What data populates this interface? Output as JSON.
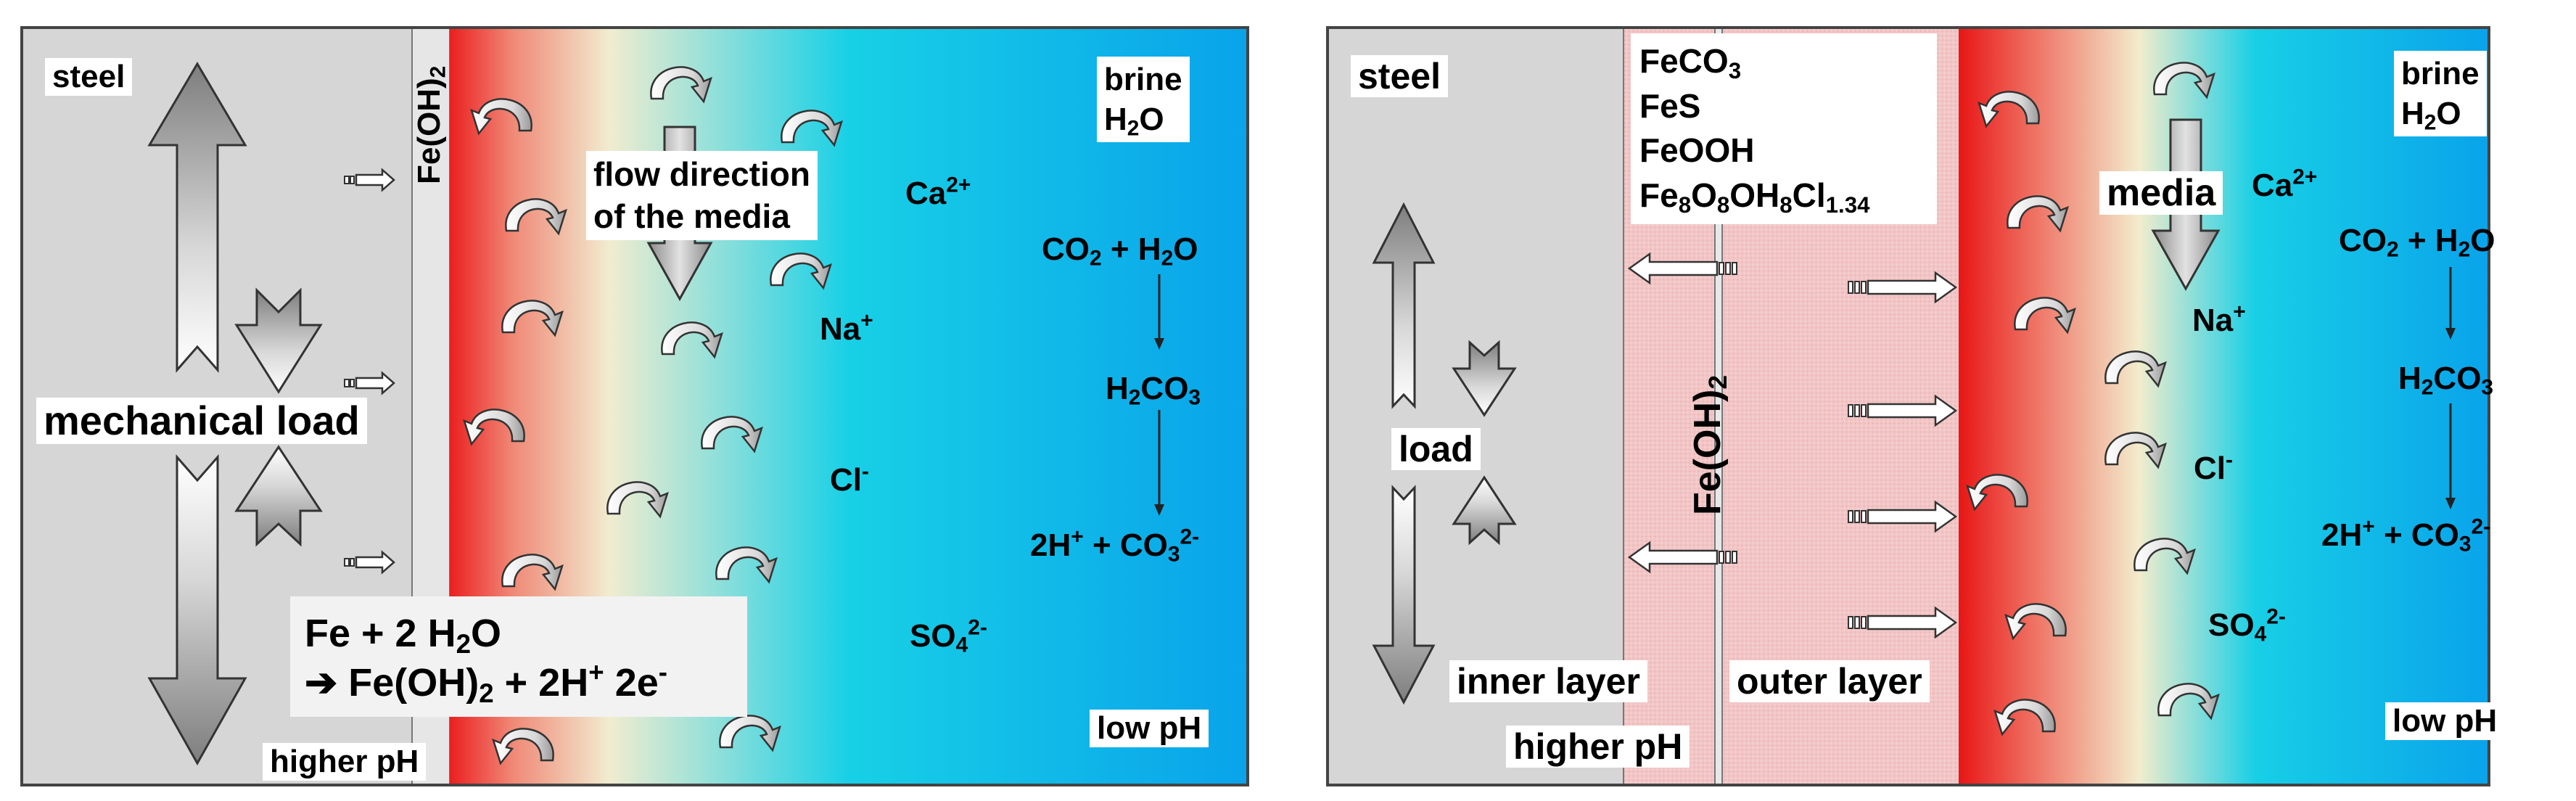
{
  "left_panel": {
    "steel_label": "steel",
    "film_label": "Fe(OH)",
    "film_sub": "2",
    "mechanical_load_label": "mechanical load",
    "flow_label_line1": "flow direction",
    "flow_label_line2": "of the media",
    "brine_label": "brine",
    "water_label": "H",
    "water_sub": "2",
    "water_tail": "O",
    "ions": {
      "ca": "Ca",
      "ca_sup": "2+",
      "na": "Na",
      "na_sup": "+",
      "cl": "Cl",
      "cl_sup": "-",
      "so4": "SO",
      "so4_sub": "4",
      "so4_sup": "2-"
    },
    "reaction": {
      "co2": "CO",
      "co2_sub": "2",
      "co2_tail": " + H",
      "co2_h2o_sub": "2",
      "co2_o": "O",
      "h2co3_a": "H",
      "h2co3_sub1": "2",
      "h2co3_b": "CO",
      "h2co3_sub2": "3",
      "prod_a": "2H",
      "prod_sup": "+",
      "prod_b": " + CO",
      "prod_sub": "3",
      "prod_sup2": "2-"
    },
    "anodic_line1_a": "Fe + 2 H",
    "anodic_line1_sub": "2",
    "anodic_line1_b": "O",
    "anodic_arrow": "➔",
    "anodic_line2_a": " Fe(OH)",
    "anodic_line2_sub": "2",
    "anodic_line2_b": " + 2H",
    "anodic_line2_sup": "+",
    "anodic_line2_c": " 2e",
    "anodic_line2_sup2": "-",
    "higher_ph_label": "higher pH",
    "low_ph_label": "low pH"
  },
  "right_panel": {
    "steel_label": "steel",
    "products": {
      "p1_a": "FeCO",
      "p1_sub": "3",
      "p2": "FeS",
      "p3": "FeOOH",
      "p4_a": "Fe",
      "p4_s1": "8",
      "p4_b": "O",
      "p4_s2": "8",
      "p4_c": "OH",
      "p4_s3": "8",
      "p4_d": "Cl",
      "p4_s4": "1.34"
    },
    "film_label": "Fe(OH)",
    "film_sub": "2",
    "load_label": "load",
    "media_label": "media",
    "brine_label": "brine",
    "water_label": "H",
    "water_sub": "2",
    "water_tail": "O",
    "ions": {
      "ca": "Ca",
      "ca_sup": "2+",
      "na": "Na",
      "na_sup": "+",
      "cl": "Cl",
      "cl_sup": "-",
      "so4": "SO",
      "so4_sub": "4",
      "so4_sup": "2-"
    },
    "reaction": {
      "co2": "CO",
      "co2_sub": "2",
      "co2_tail": " + H",
      "co2_h2o_sub": "2",
      "co2_o": "O",
      "h2co3_a": "H",
      "h2co3_sub1": "2",
      "h2co3_b": "CO",
      "h2co3_sub2": "3",
      "prod_a": "2H",
      "prod_sup": "+",
      "prod_b": " + CO",
      "prod_sub": "3",
      "prod_sup2": "2-"
    },
    "inner_layer_label": "inner layer",
    "outer_layer_label": "outer layer",
    "higher_ph_label": "higher pH",
    "low_ph_label": "low pH"
  },
  "colors": {
    "steel": "#d6d6d6",
    "film": "#e6e6e6",
    "gradient_red": "#ea1c1c",
    "gradient_cream": "#f3efcf",
    "gradient_cyan": "#16cfe8",
    "gradient_blue": "#0aa6ea",
    "outer_layer_pink": "#f1c3c3"
  }
}
